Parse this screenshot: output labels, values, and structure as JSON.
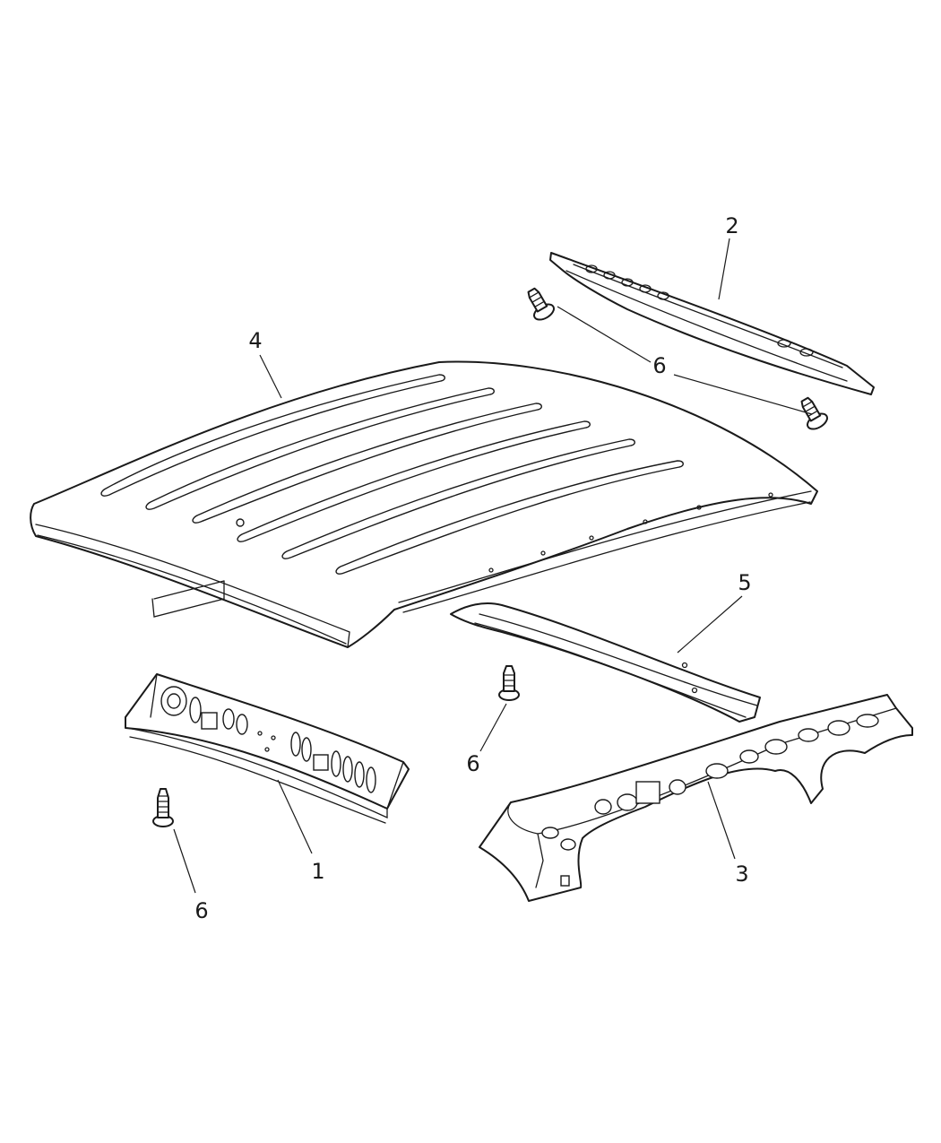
{
  "callouts": {
    "c1": "1",
    "c2": "2",
    "c3": "3",
    "c4": "4",
    "c5": "5",
    "c6a": "6",
    "c6b": "6",
    "c6c": "6"
  },
  "colors": {
    "line": "#1a1a1a",
    "background": "#ffffff"
  }
}
